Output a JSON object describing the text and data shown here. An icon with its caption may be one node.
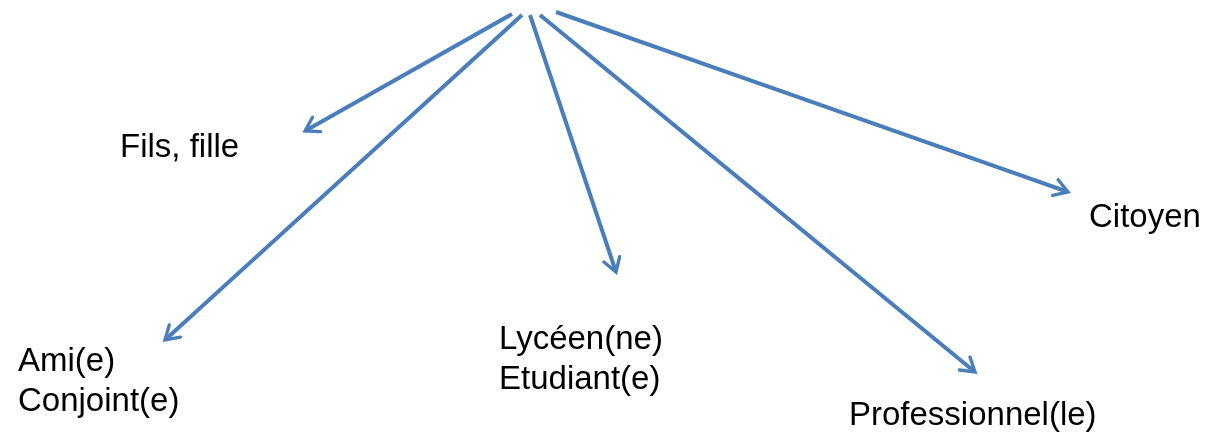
{
  "diagram": {
    "nodes": [
      {
        "text": [
          "Fils, fille"
        ]
      },
      {
        "text": [
          "Ami(e)",
          "Conjoint(e)"
        ]
      },
      {
        "text": [
          "Lycéen(ne)",
          "Etudiant(e)"
        ]
      },
      {
        "text": [
          "Professionnel(le)"
        ]
      },
      {
        "text": [
          "Citoyen"
        ]
      }
    ],
    "edges": [
      {
        "from": null,
        "to": 0,
        "arrow": "to"
      },
      {
        "from": null,
        "to": 1,
        "arrow": "to"
      },
      {
        "from": null,
        "to": 2,
        "arrow": "to"
      },
      {
        "from": null,
        "to": 3,
        "arrow": "to"
      },
      {
        "from": null,
        "to": 4,
        "arrow": "to"
      }
    ]
  }
}
